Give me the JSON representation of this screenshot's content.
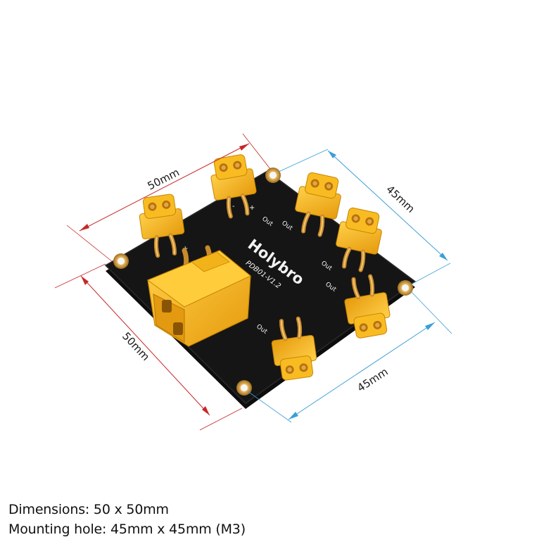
{
  "dimensions": {
    "top_width": "50mm",
    "left_height": "50mm",
    "right_hole_spacing": "45mm",
    "bottom_hole_spacing": "45mm"
  },
  "board": {
    "brand": "Holybro",
    "model": "PDB01-V1.2",
    "out_label": "Out",
    "plus_label": "+",
    "minus_label": "-"
  },
  "caption": {
    "line1": "Dimensions: 50 x 50mm",
    "line2": "Mounting hole: 45mm x 45mm (M3)"
  },
  "colors": {
    "board": "#151515",
    "connector": "#f3b21b",
    "gold": "#d69a35",
    "dim_red": "#c62828",
    "dim_blue": "#3b9fd6"
  }
}
